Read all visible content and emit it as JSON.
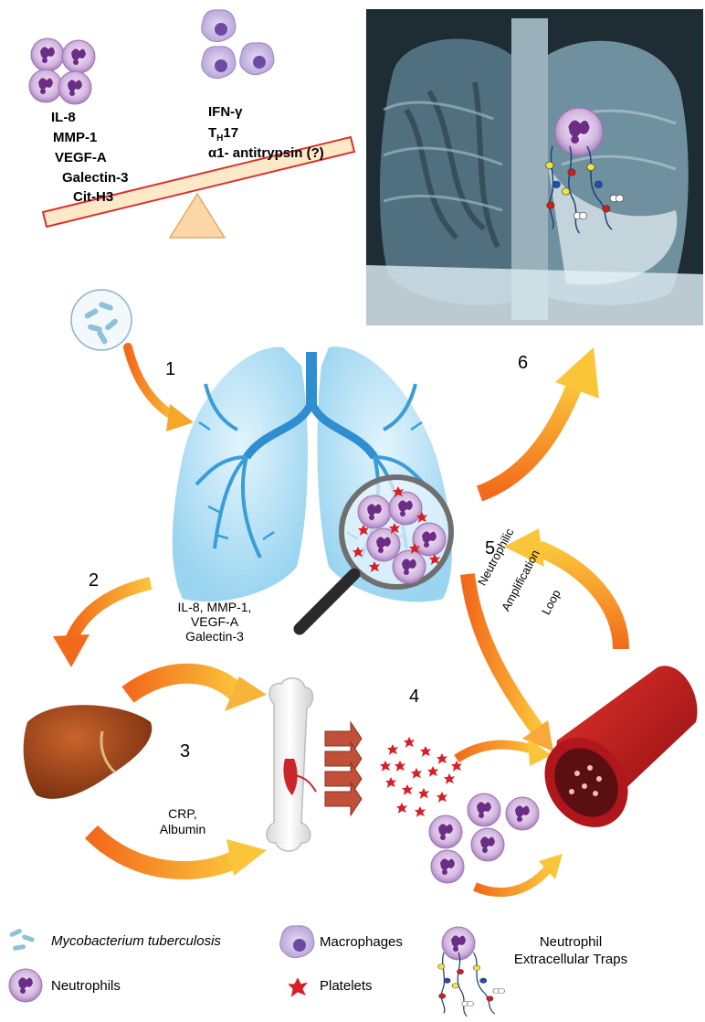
{
  "balance": {
    "left_markers": [
      "IL-8",
      "MMP-1",
      "VEGF-A",
      "Galectin-3",
      "Cit-H3"
    ],
    "right_markers": [
      "IFN-γ",
      "T",
      "17",
      "α1- antitrypsin (?)"
    ],
    "th_subscript": "H"
  },
  "steps": {
    "n1": "1",
    "n2": "2",
    "n3": "3",
    "n4": "4",
    "n5": "5",
    "n6": "6"
  },
  "annotations": {
    "lung_to_bone": [
      "IL-8, MMP-1,",
      "VEGF-A",
      "Galectin-3"
    ],
    "liver_to_bone": [
      "CRP,",
      "Albumin"
    ],
    "loop": [
      "Neutrophilic",
      "Amplification",
      "Loop"
    ]
  },
  "legend": {
    "mtb": "Mycobacterium tuberculosis",
    "neutrophils": "Neutrophils",
    "macrophages": "Macrophages",
    "platelets": "Platelets",
    "net": [
      "Neutrophil",
      "Extracellular Traps"
    ]
  },
  "colors": {
    "arrow_orange": "#f59a1e",
    "lung_blue": "#59b8e6",
    "neutrophil": "#c7a9d6",
    "platelet": "#d61f26",
    "liver": "#9c4a1c",
    "vessel": "#c2161c",
    "beam_fill": "#fde8c8",
    "beam_stroke": "#d9322e"
  }
}
